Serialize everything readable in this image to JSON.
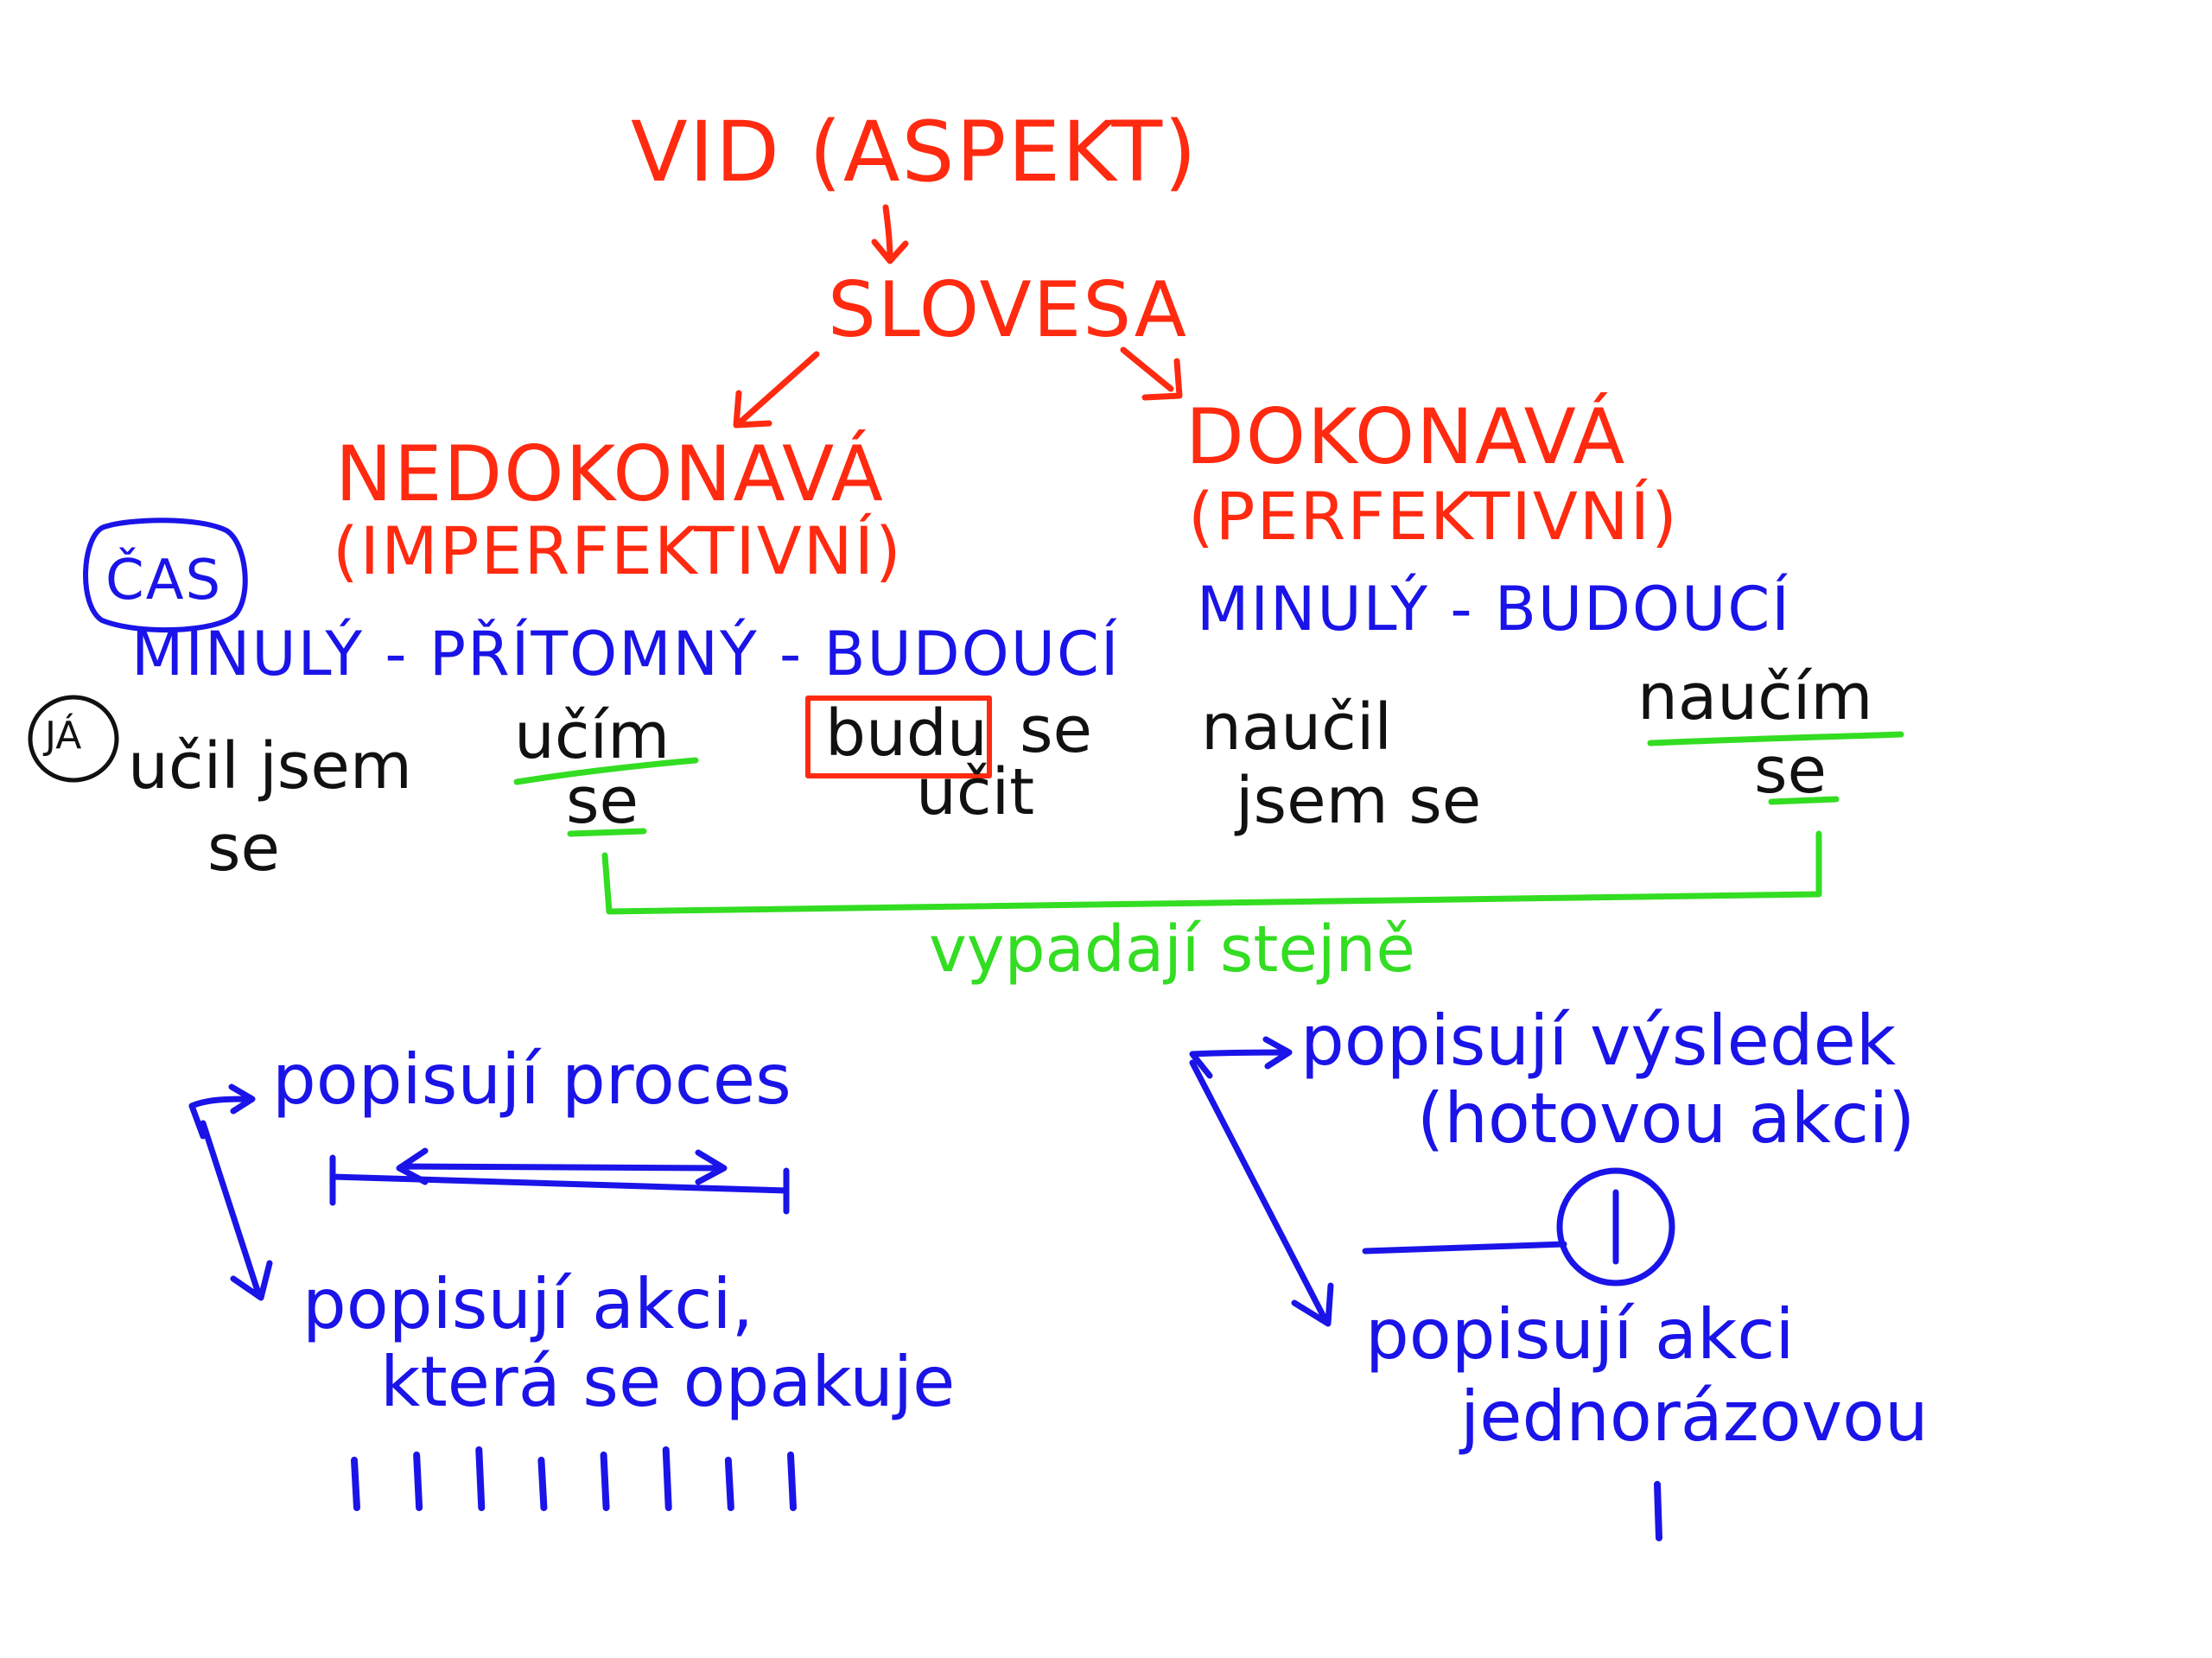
{
  "colors": {
    "red": "#ff2a10",
    "blue": "#1a14e8",
    "black": "#111111",
    "green": "#33dd22"
  },
  "title": "VID (ASPEKT)",
  "root": "SLOVESA",
  "left_branch": {
    "name": "NEDOKONAVÁ",
    "latin": "(IMPERFEKTIVNÍ)",
    "tenses": "MINULÝ - PŘÍTOMNÝ - BUDOUCÍ",
    "past_line1": "učil jsem",
    "past_line2": "se",
    "present_line1": "učím",
    "present_line2": "se",
    "future_boxed": "budu",
    "future_rest1": "se",
    "future_rest2": "učit"
  },
  "right_branch": {
    "name": "DOKONAVÁ",
    "latin": "(PERFEKTIVNÍ)",
    "tenses": "MINULÝ - BUDOUCÍ",
    "past_line1": "naučil",
    "past_line2": "jsem se",
    "future_line1": "naučím",
    "future_line2": "se"
  },
  "cas_label": "ČAS",
  "ja_label": "JÁ",
  "same_note": "vypadají stejně",
  "left_notes": {
    "process": "popisují proces",
    "repeat_line1": "popisují akci,",
    "repeat_line2": "která se opakuje"
  },
  "right_notes": {
    "result_line1": "popisují výsledek",
    "result_line2": "(hotovou akci)",
    "once_line1": "popisují akci",
    "once_line2": "jednorázovou"
  },
  "repeat_tick_count": 8,
  "once_tick_count": 1
}
